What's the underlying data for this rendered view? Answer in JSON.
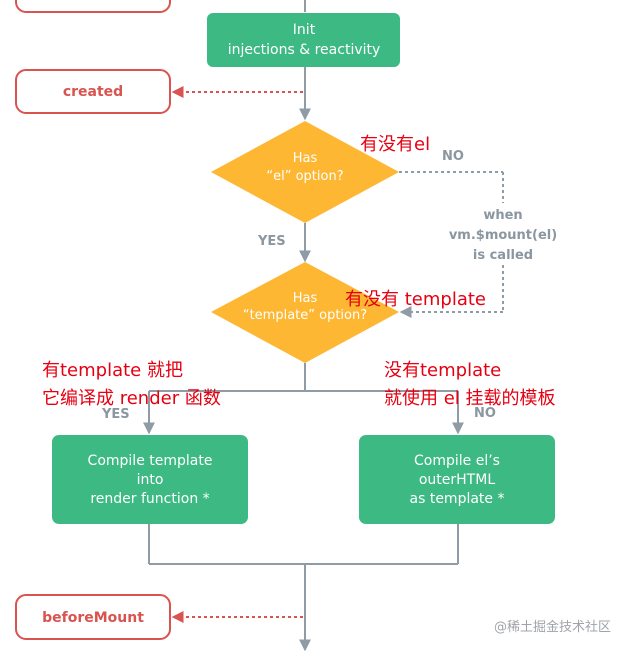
{
  "colors": {
    "green": "#3dba84",
    "orange": "#fdb732",
    "hook_red": "#d9534f",
    "line_gray": "#8f9ba5",
    "annotation_red": "#e60012"
  },
  "init_box": {
    "line1": "Init",
    "line2": "injections & reactivity"
  },
  "created_hook": "created",
  "el_diamond": {
    "line1": "Has",
    "line2": "“el” option?"
  },
  "el_no_label": "NO",
  "el_yes_label": "YES",
  "mount_call": {
    "line1": "when",
    "line2": "vm.$mount(el)",
    "line3": "is called"
  },
  "template_diamond": {
    "line1": "Has",
    "line2": "“template” option?"
  },
  "template_yes_label": "YES",
  "template_no_label": "NO",
  "compile_template_box": {
    "line1": "Compile template",
    "line2": "into",
    "line3": "render function *"
  },
  "compile_el_box": {
    "line1": "Compile el’s",
    "line2": "outerHTML",
    "line3": "as template *"
  },
  "before_mount_hook": "beforeMount",
  "annotations": {
    "has_el": "有没有el",
    "has_template": "有没有 template",
    "with_template_1": "有template 就把",
    "with_template_2": "它编译成 render 函数",
    "without_template_1": "没有template",
    "without_template_2": "就使用 el 挂载的模板"
  },
  "watermark": "@稀土掘金技术社区"
}
